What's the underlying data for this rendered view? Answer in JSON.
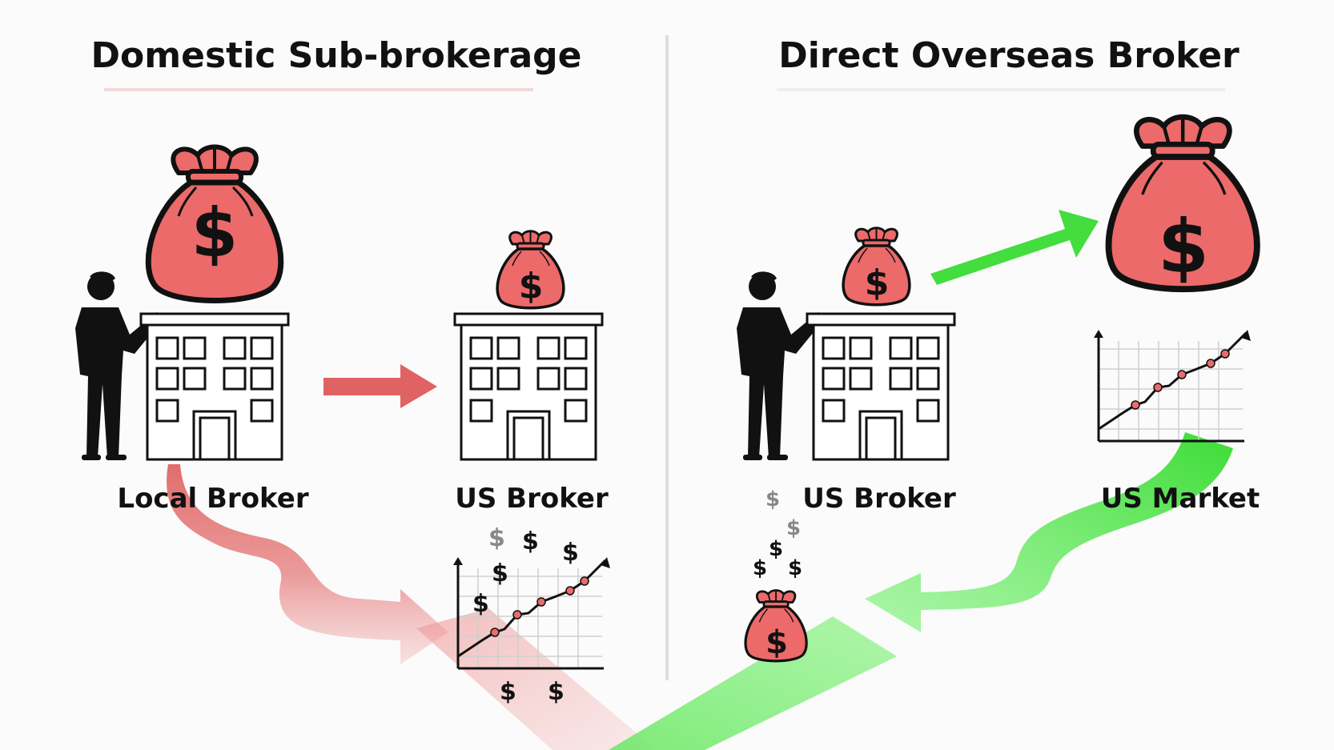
{
  "panels": {
    "left": {
      "title": "Domestic Sub-brokerage",
      "local_broker_label": "Local Broker",
      "us_broker_label": "US Broker"
    },
    "right": {
      "title": "Direct Overseas Broker",
      "us_broker_label": "US Broker",
      "us_market_label": "US Market"
    }
  },
  "glyphs": {
    "dollar": "$"
  },
  "colors": {
    "bag_fill": "#ec6a6a",
    "loss_arrow": "#d94848",
    "gain_arrow": "#3fd93a",
    "outline": "#111111",
    "divider": "#dddddd"
  },
  "icons": [
    "person-icon",
    "money-bag-icon",
    "building-icon",
    "growth-chart-icon",
    "arrow-icon"
  ]
}
